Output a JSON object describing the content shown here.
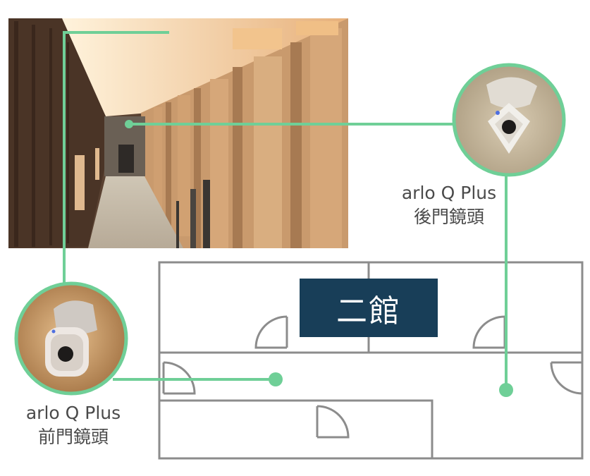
{
  "colors": {
    "connector": "#6fcf97",
    "floorplan": "#8c8c8c",
    "hall_box": "#183e58",
    "label_text": "#4a4a4a"
  },
  "hall": {
    "name": "二館"
  },
  "cameras": [
    {
      "id": "front",
      "model": "arlo Q Plus",
      "location": "前門鏡頭"
    },
    {
      "id": "back",
      "model": "arlo Q Plus",
      "location": "後門鏡頭"
    }
  ],
  "photo": {
    "subject": "corridor-photo"
  }
}
